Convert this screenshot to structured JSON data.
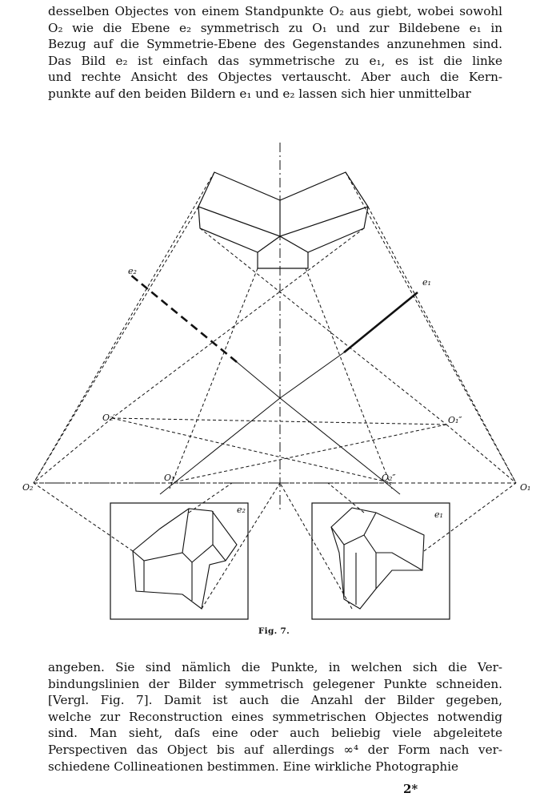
{
  "paragraph_top": {
    "lines": [
      "desselben Objectes von einem Standpunkte O₂ aus giebt, wobei sowohl",
      "O₂ wie die Ebene e₂ symmetrisch zu O₁ und zur Bildebene e₁ in",
      "Bezug auf die Symmetrie-Ebene des Gegenstandes anzunehmen sind.",
      "Das Bild e₂ ist einfach das symmetrische zu e₁, es ist die linke",
      "und rechte Ansicht des Objectes vertauscht. Aber auch die Kern-",
      "punkte auf den beiden Bildern e₁ und e₂ lassen sich hier unmittelbar"
    ]
  },
  "figure": {
    "labels": {
      "e2_line": "e₂",
      "e1_line": "e₁",
      "O2_prime": "O₂′",
      "O1_prime": "O₁′",
      "O1_double_prime": "O₁″",
      "O2_double_prime": "O₂″",
      "O2": "O₂",
      "O1": "O₁",
      "box_left": "e₂",
      "box_right": "e₁"
    },
    "caption": "Fig. 7."
  },
  "paragraph_bottom": {
    "lines": [
      "angeben. Sie sind nämlich die Punkte, in welchen sich die Ver-",
      "bindungslinien der Bilder symmetrisch gelegener Punkte schneiden.",
      "[Vergl. Fig. 7]. Damit ist auch die Anzahl der Bilder gegeben,",
      "welche zur Reconstruction eines symmetrischen Objectes notwendig",
      "sind. Man sieht, daſs eine oder auch beliebig viele abgeleitete",
      "Perspectiven das Object bis auf allerdings ∞⁴ der Form nach ver-",
      "schiedene Collineationen bestimmen. Eine wirkliche Photographie"
    ]
  },
  "page_number": "2*"
}
